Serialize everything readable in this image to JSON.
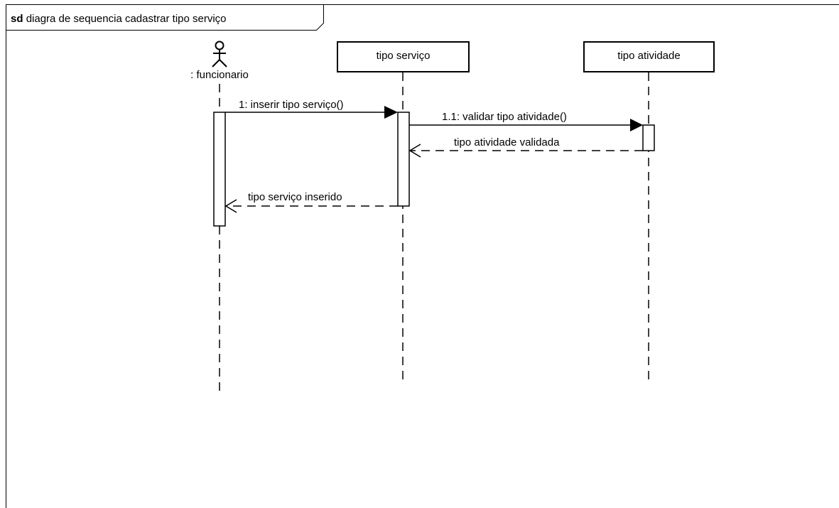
{
  "frame": {
    "keyword": "sd",
    "title": "diagra de sequencia cadastrar tipo serviço"
  },
  "actor": {
    "label": ": funcionario",
    "icon": "stick-figure-icon"
  },
  "lifelines": [
    {
      "label": "tipo serviço"
    },
    {
      "label": "tipo atividade"
    }
  ],
  "messages": [
    {
      "label": "1: inserir  tipo serviço()",
      "kind": "synchronous-call"
    },
    {
      "label": "1.1: validar tipo atividade()",
      "kind": "synchronous-call"
    },
    {
      "label": "tipo atividade validada",
      "kind": "return"
    },
    {
      "label": "tipo serviço inserido",
      "kind": "return"
    }
  ],
  "colors": {
    "line": "#000000",
    "background": "#ffffff"
  }
}
